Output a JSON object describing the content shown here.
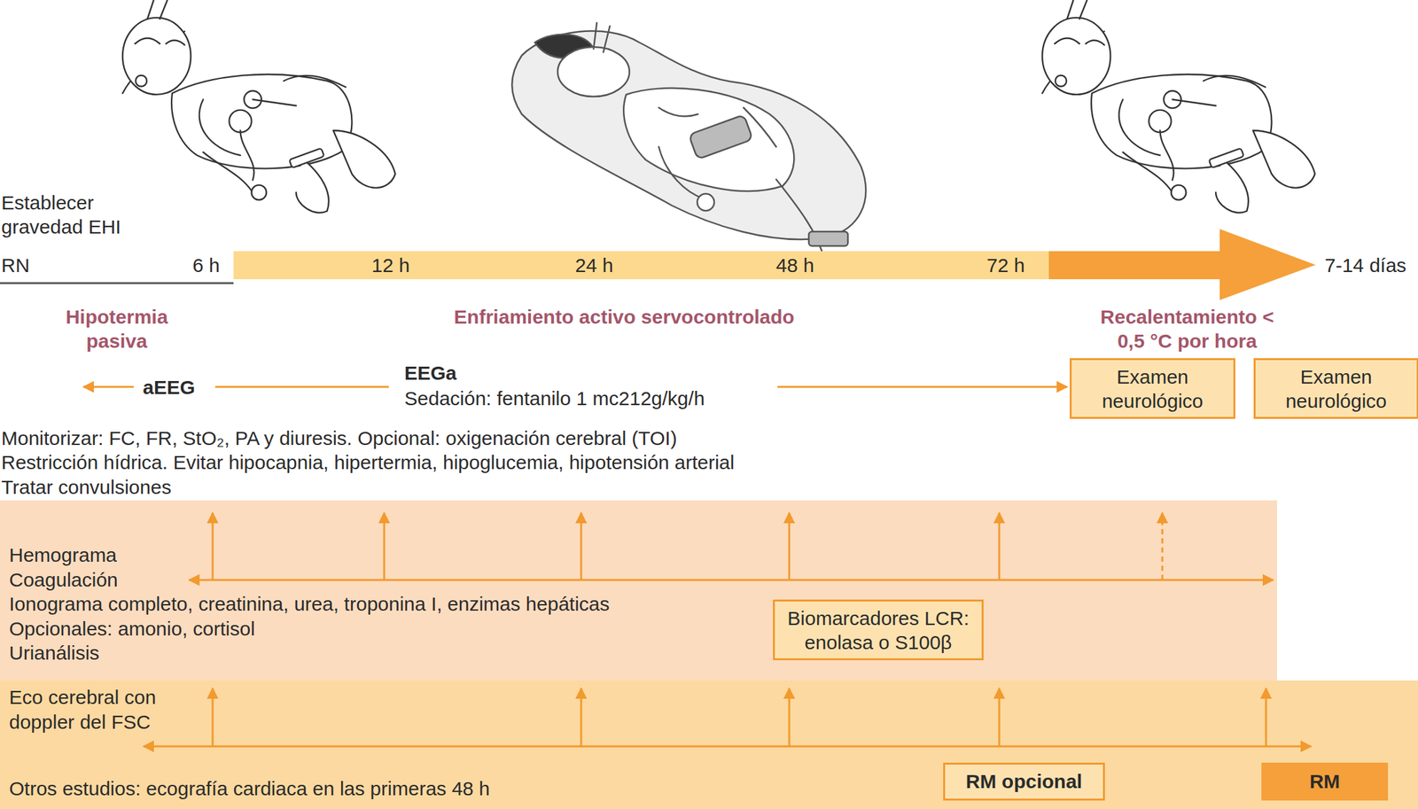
{
  "diagram": {
    "nodes": [
      {
        "text": [
          "Examen neurológico"
        ]
      },
      {
        "text": [
          "Examen neurológico"
        ]
      },
      {
        "text": [
          "Hemograma",
          "Coagulación",
          "Ionograma completo, creatinina, urea, troponina I, enzimas hepáticas",
          "Opcionales: amonio, cortisol",
          "Urianálisis"
        ]
      },
      {
        "text": [
          "Biomarcadores LCR: enolasa o S100β"
        ],
        "in": 2
      },
      {
        "text": [
          "Eco cerebral con doppler del FSC",
          "Otros estudios: ecografía cardiaca en las primeras 48 h"
        ]
      },
      {
        "text": [
          "RM opcional"
        ],
        "in": 4
      },
      {
        "text": [
          "RM"
        ],
        "in": 4
      }
    ],
    "labels": [
      "Establecer gravedad EHI",
      "RN",
      "6 h",
      "12 h",
      "24 h",
      "48 h",
      "72 h",
      "7-14 días",
      "Hipotermia pasiva",
      "Enfriamiento activo servocontrolado",
      "Recalentamiento < 0,5 °C por hora",
      "aEEG",
      "EEGa",
      "Sedación: fentanilo 1 mc212g/kg/h",
      "Monitorizar: FC, FR, StO₂, PA y diuresis. Opcional: oxigenación cerebral (TOI)",
      "Restricción hídrica. Evitar hipocapnia, hipertermia, hipoglucemia, hipotensión arterial",
      "Tratar convulsiones"
    ]
  }
}
